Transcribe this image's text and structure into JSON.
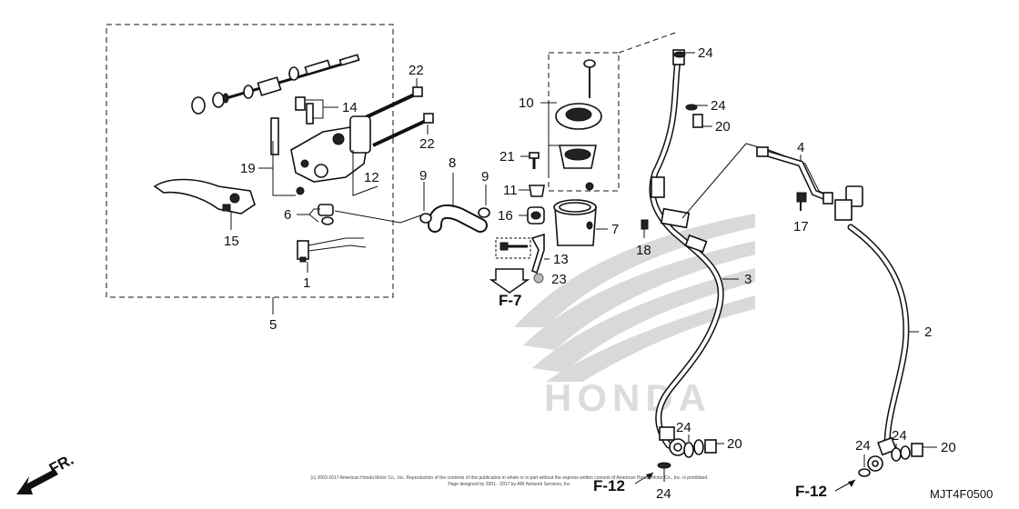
{
  "callouts": {
    "c1": "1",
    "c2": "2",
    "c3": "3",
    "c4": "4",
    "c5": "5",
    "c6": "6",
    "c7": "7",
    "c8": "8",
    "c9a": "9",
    "c9b": "9",
    "c10": "10",
    "c11": "11",
    "c12": "12",
    "c13": "13",
    "c14": "14",
    "c15": "15",
    "c16": "16",
    "c17": "17",
    "c18": "18",
    "c19": "19",
    "c20a": "20",
    "c20b": "20",
    "c20c": "20",
    "c21": "21",
    "c22a": "22",
    "c22b": "22",
    "c23": "23",
    "c24a": "24",
    "c24b": "24",
    "c24c": "24",
    "c24d": "24",
    "c24e": "24",
    "c24f": "24"
  },
  "refs": {
    "f7": "F-7",
    "f12a": "F-12",
    "f12b": "F-12"
  },
  "front_label": "FR.",
  "diagram_code": "MJT4F0500",
  "copyright_line1": "(c) 2003-2017 American Honda Motor Co., Inc. Reproduction of the contents of this publication in whole or in part without the express written consent of American Honda Motor Co., Inc. is prohibited.",
  "copyright_line2": "Page designed by 2001 - 2017 by ARI Network Services, Inc.",
  "watermark": "HONDA",
  "colors": {
    "line": "#111111",
    "watermark": "#d9d9d9",
    "background": "#ffffff"
  }
}
